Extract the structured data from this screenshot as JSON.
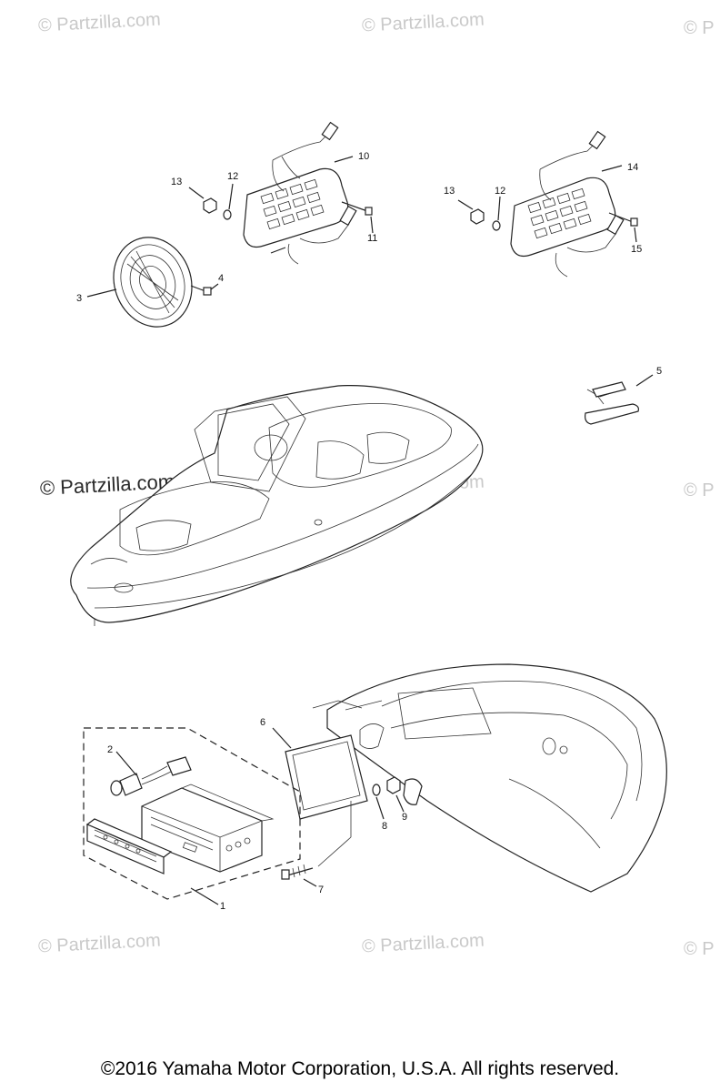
{
  "watermarks": {
    "top_left": "© Partzilla.com",
    "top_center": "© Partzilla.com",
    "top_right": "© P",
    "mid_left": "© Partzilla.com",
    "mid_center": "© Partzilla.com",
    "mid_right": "© P",
    "bottom_left": "© Partzilla.com",
    "bottom_center": "© Partzilla.com",
    "bottom_right": "© P"
  },
  "callouts": {
    "c1": "1",
    "c2": "2",
    "c3": "3",
    "c4": "4",
    "c5": "5",
    "c6": "6",
    "c7": "7",
    "c8": "8",
    "c9": "9",
    "c10": "10",
    "c11": "11",
    "c12a": "12",
    "c12b": "12",
    "c13a": "13",
    "c13b": "13",
    "c14": "14",
    "c15": "15"
  },
  "footer": {
    "copyright": "©2016  Yamaha Motor Corporation, U.S.A. All rights reserved."
  }
}
